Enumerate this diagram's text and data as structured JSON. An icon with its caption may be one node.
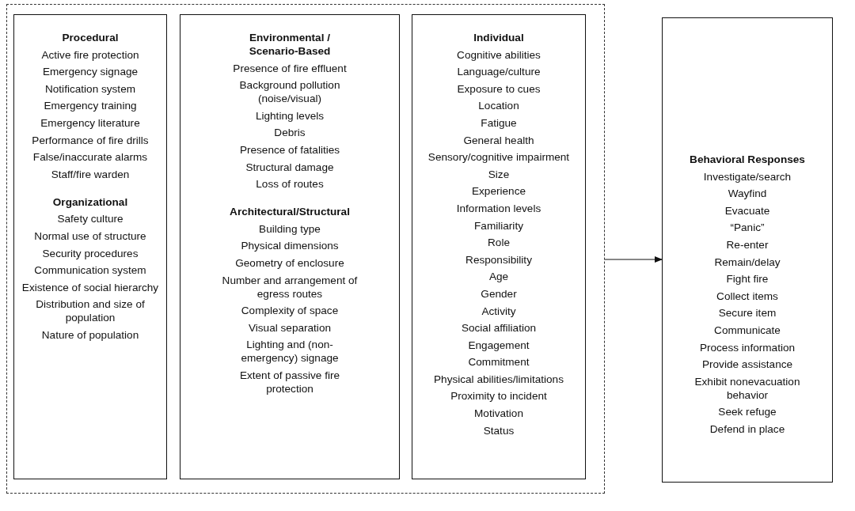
{
  "diagram": {
    "nodes": [
      {
        "text": [],
        "shape": "box"
      },
      {
        "text": [
          "Procedural",
          "Active fire protection",
          "Emergency signage",
          "Notification system",
          "Emergency training",
          "Emergency literature",
          "Performance of fire drills",
          "False/inaccurate alarms",
          "Staff/fire warden",
          "Organizational",
          "Safety culture",
          "Normal use of structure",
          "Security procedures",
          "Communication system",
          "Existence of social hierarchy",
          "Distribution and size of population",
          "Nature of population"
        ],
        "in": 0
      },
      {
        "text": [
          "Environmental / Scenario-Based",
          "Presence of fire effluent",
          "Background pollution (noise/visual)",
          "Lighting levels",
          "Debris",
          "Presence of fatalities",
          "Structural damage",
          "Loss of routes",
          "Architectural/Structural",
          "Building type",
          "Physical dimensions",
          "Geometry of enclosure",
          "Number and arrangement of egress routes",
          "Complexity of space",
          "Visual separation",
          "Lighting and (non-emergency) signage",
          "Extent of passive fire protection"
        ],
        "in": 0
      },
      {
        "text": [
          "Individual",
          "Cognitive abilities",
          "Language/culture",
          "Exposure to cues",
          "Location",
          "Fatigue",
          "General health",
          "Sensory/cognitive impairment",
          "Size",
          "Experience",
          "Information levels",
          "Familiarity",
          "Role",
          "Responsibility",
          "Age",
          "Gender",
          "Activity",
          "Social affiliation",
          "Engagement",
          "Commitment",
          "Physical abilities/limitations",
          "Proximity to incident",
          "Motivation",
          "Status"
        ],
        "in": 0
      },
      {
        "text": [
          "Behavioral Responses",
          "Investigate/search",
          "Wayfind",
          "Evacuate",
          "“Panic”",
          "Re-enter",
          "Remain/delay",
          "Fight fire",
          "Collect items",
          "Secure item",
          "Communicate",
          "Process information",
          "Provide assistance",
          "Exhibit nonevacuation behavior",
          "Seek refuge",
          "Defend in place"
        ]
      }
    ],
    "edges": [
      {
        "from": 0,
        "to": 4,
        "arrow": "to"
      }
    ]
  }
}
